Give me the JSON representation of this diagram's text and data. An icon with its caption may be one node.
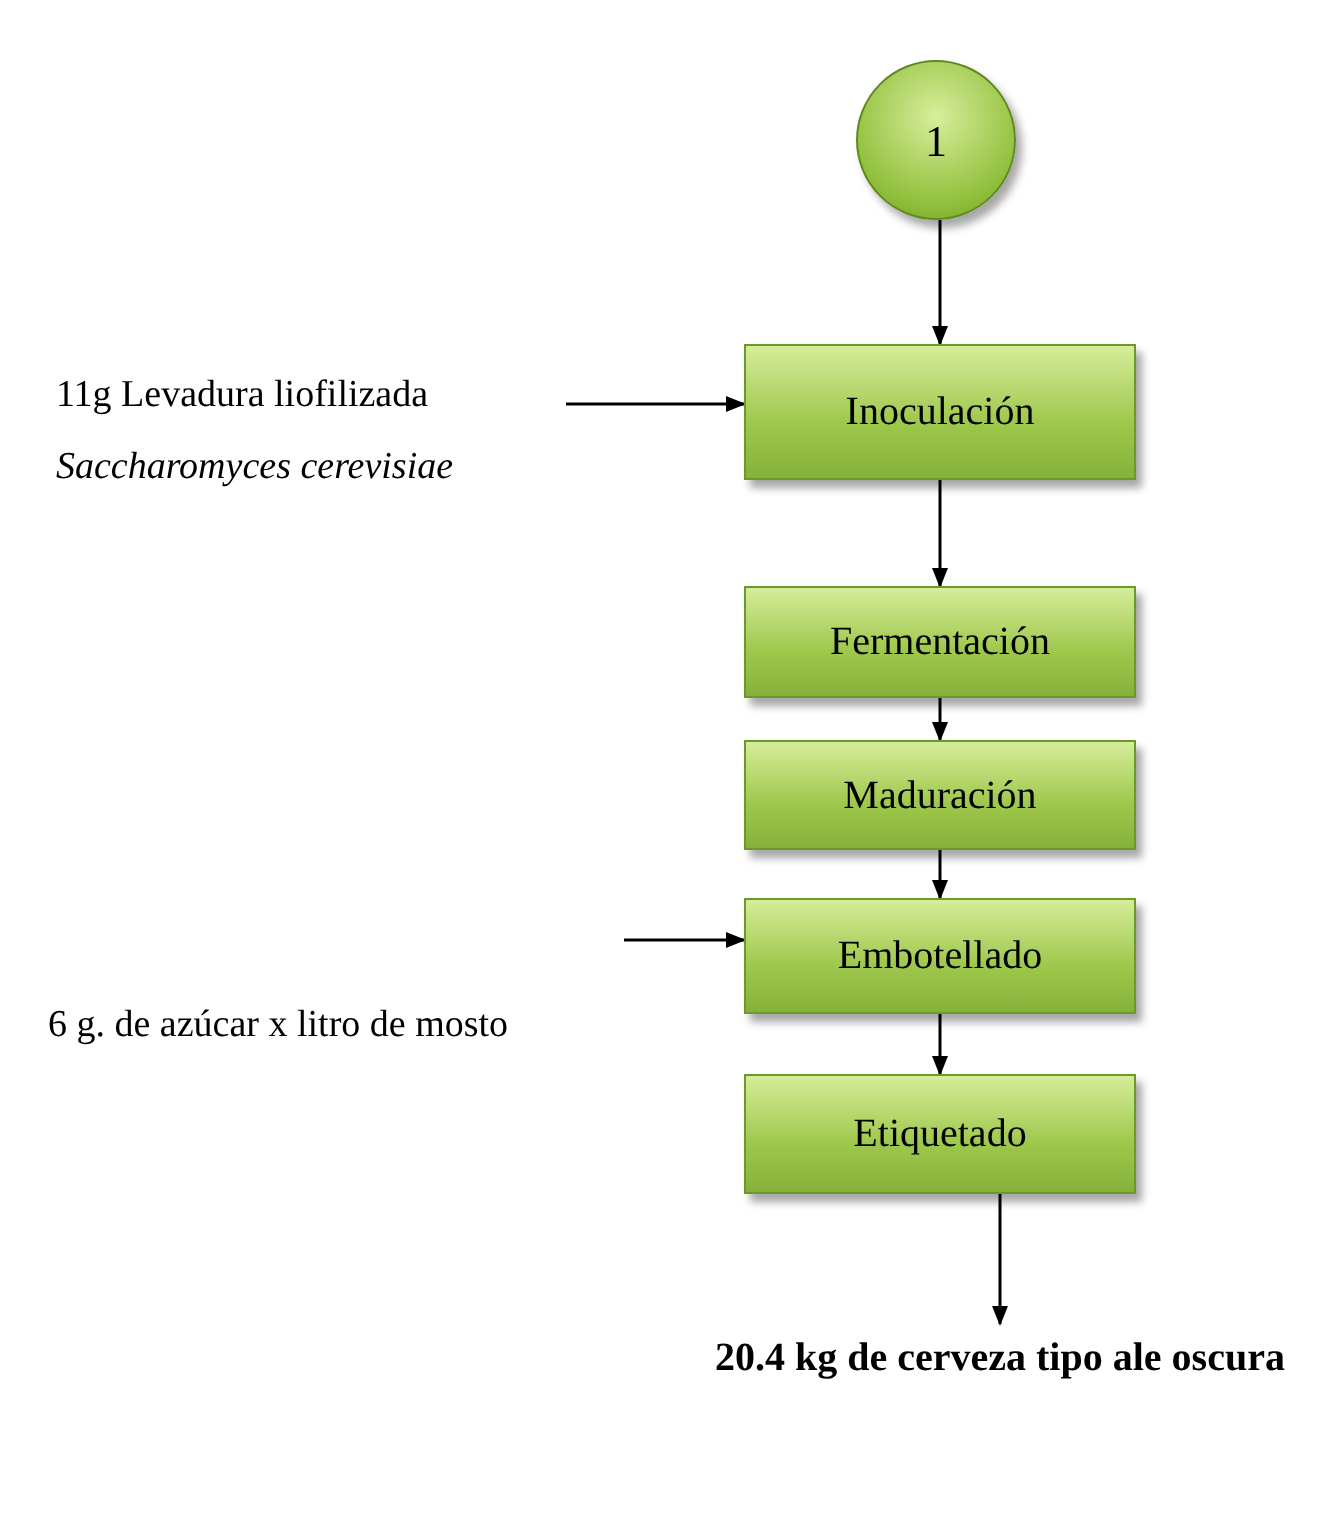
{
  "diagram": {
    "nodes": [
      {
        "text": [
          "1"
        ]
      },
      {
        "text": [
          "11g  Levadura liofilizada",
          "Saccharomyces cerevisiae"
        ]
      },
      {
        "text": [
          "Inoculación"
        ]
      },
      {
        "text": [
          "Fermentación"
        ]
      },
      {
        "text": [
          "Maduración"
        ]
      },
      {
        "text": [
          "6 g. de azúcar x litro de mosto"
        ]
      },
      {
        "text": [
          "Embotellado"
        ]
      },
      {
        "text": [
          "Etiquetado"
        ]
      },
      {
        "text": [
          "20.4 kg de cerveza tipo ale oscura"
        ]
      }
    ],
    "edges": [
      {
        "from": 0,
        "to": 2,
        "arrow": "to"
      },
      {
        "from": 1,
        "to": 2,
        "arrow": "to"
      },
      {
        "from": 2,
        "to": 3,
        "arrow": "to"
      },
      {
        "from": 3,
        "to": 4,
        "arrow": "to"
      },
      {
        "from": 4,
        "to": 6,
        "arrow": "to"
      },
      {
        "from": 5,
        "to": 6,
        "arrow": "to"
      },
      {
        "from": 6,
        "to": 7,
        "arrow": "to"
      },
      {
        "from": 7,
        "to": 8,
        "arrow": "to"
      }
    ]
  }
}
